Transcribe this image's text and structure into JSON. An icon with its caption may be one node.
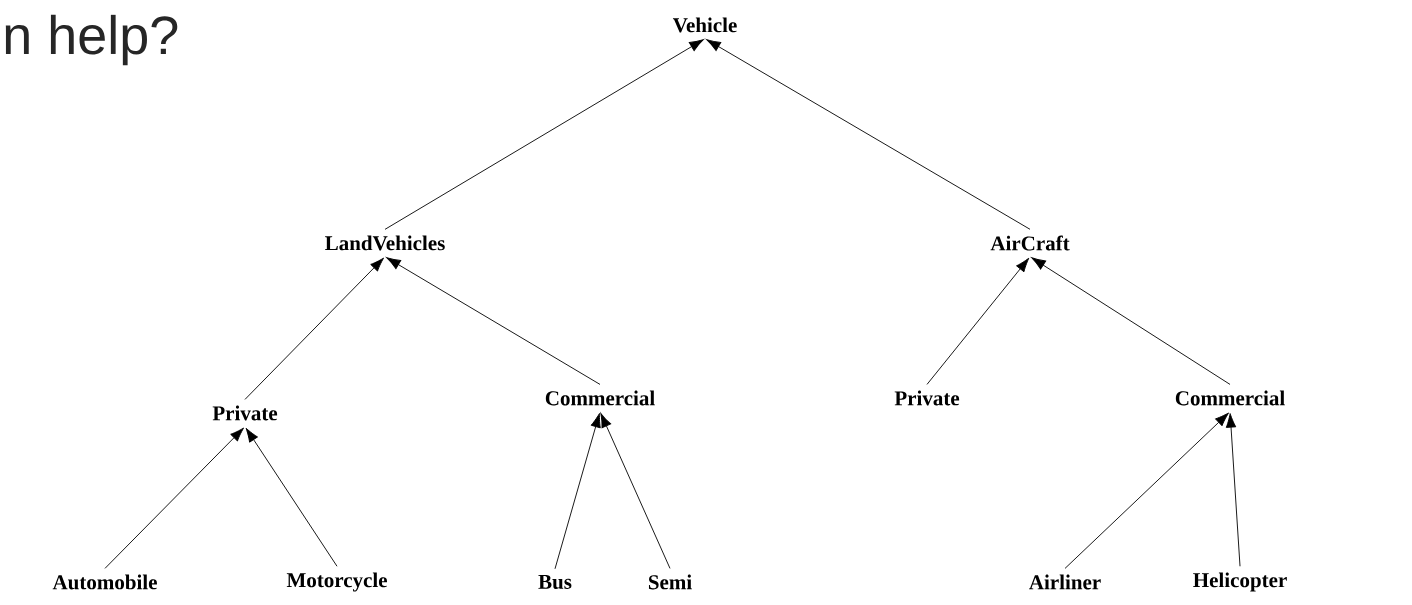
{
  "diagram": {
    "nodes": [
      {
        "text": [
          "Vehicle"
        ]
      },
      {
        "text": [
          "LandVehicles"
        ]
      },
      {
        "text": [
          "AirCraft"
        ]
      },
      {
        "text": [
          "Private"
        ]
      },
      {
        "text": [
          "Commercial"
        ]
      },
      {
        "text": [
          "Private"
        ]
      },
      {
        "text": [
          "Commercial"
        ]
      },
      {
        "text": [
          "Automobile"
        ]
      },
      {
        "text": [
          "Motorcycle"
        ]
      },
      {
        "text": [
          "Bus"
        ]
      },
      {
        "text": [
          "Semi"
        ]
      },
      {
        "text": [
          "Airliner"
        ]
      },
      {
        "text": [
          "Helicopter"
        ]
      }
    ],
    "edges": [
      {
        "from": 1,
        "to": 0,
        "arrow": "to"
      },
      {
        "from": 2,
        "to": 0,
        "arrow": "to"
      },
      {
        "from": 3,
        "to": 1,
        "arrow": "to"
      },
      {
        "from": 4,
        "to": 1,
        "arrow": "to"
      },
      {
        "from": 5,
        "to": 2,
        "arrow": "to"
      },
      {
        "from": 6,
        "to": 2,
        "arrow": "to"
      },
      {
        "from": 7,
        "to": 3,
        "arrow": "to"
      },
      {
        "from": 8,
        "to": 3,
        "arrow": "to"
      },
      {
        "from": 9,
        "to": 4,
        "arrow": "to"
      },
      {
        "from": 10,
        "to": 4,
        "arrow": "to"
      },
      {
        "from": 11,
        "to": 6,
        "arrow": "to"
      },
      {
        "from": 12,
        "to": 6,
        "arrow": "to"
      }
    ],
    "labels": [
      "n help?"
    ]
  }
}
